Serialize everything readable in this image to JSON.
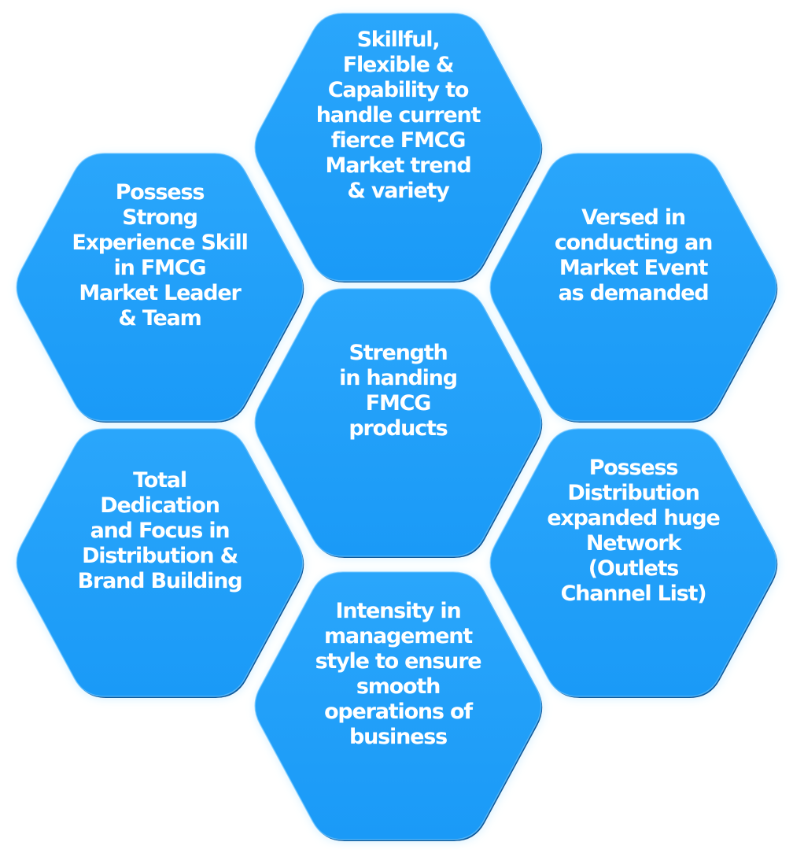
{
  "diagram": {
    "type": "honeycomb",
    "colors": {
      "fill": "#1a9af7",
      "fill_light": "#2aa6fb",
      "edge_dark": "#0b5a9c",
      "glow": "#cfefff",
      "text": "#ffffff",
      "background": "#ffffff"
    },
    "cells": [
      {
        "id": "top",
        "position": "top",
        "label": "Skillful,\nFlexible &\nCapability to\nhandle current\nfierce FMCG\nMarket trend\n& variety"
      },
      {
        "id": "upper-left",
        "position": "upper-left",
        "label": "Possess\nStrong\nExperience Skill\nin FMCG\nMarket Leader\n& Team"
      },
      {
        "id": "upper-right",
        "position": "upper-right",
        "label": "Versed in\nconducting an\nMarket Event\nas demanded"
      },
      {
        "id": "center",
        "position": "center",
        "label": "Strength\nin handing\nFMCG\nproducts"
      },
      {
        "id": "lower-left",
        "position": "lower-left",
        "label": "Total\nDedication\nand Focus in\nDistribution &\nBrand Building"
      },
      {
        "id": "lower-right",
        "position": "lower-right",
        "label": "Possess\nDistribution\nexpanded huge\nNetwork\n(Outlets\nChannel List)"
      },
      {
        "id": "bottom",
        "position": "bottom",
        "label": "Intensity in\nmanagement\nstyle to ensure\nsmooth\noperations of\nbusiness"
      }
    ]
  }
}
